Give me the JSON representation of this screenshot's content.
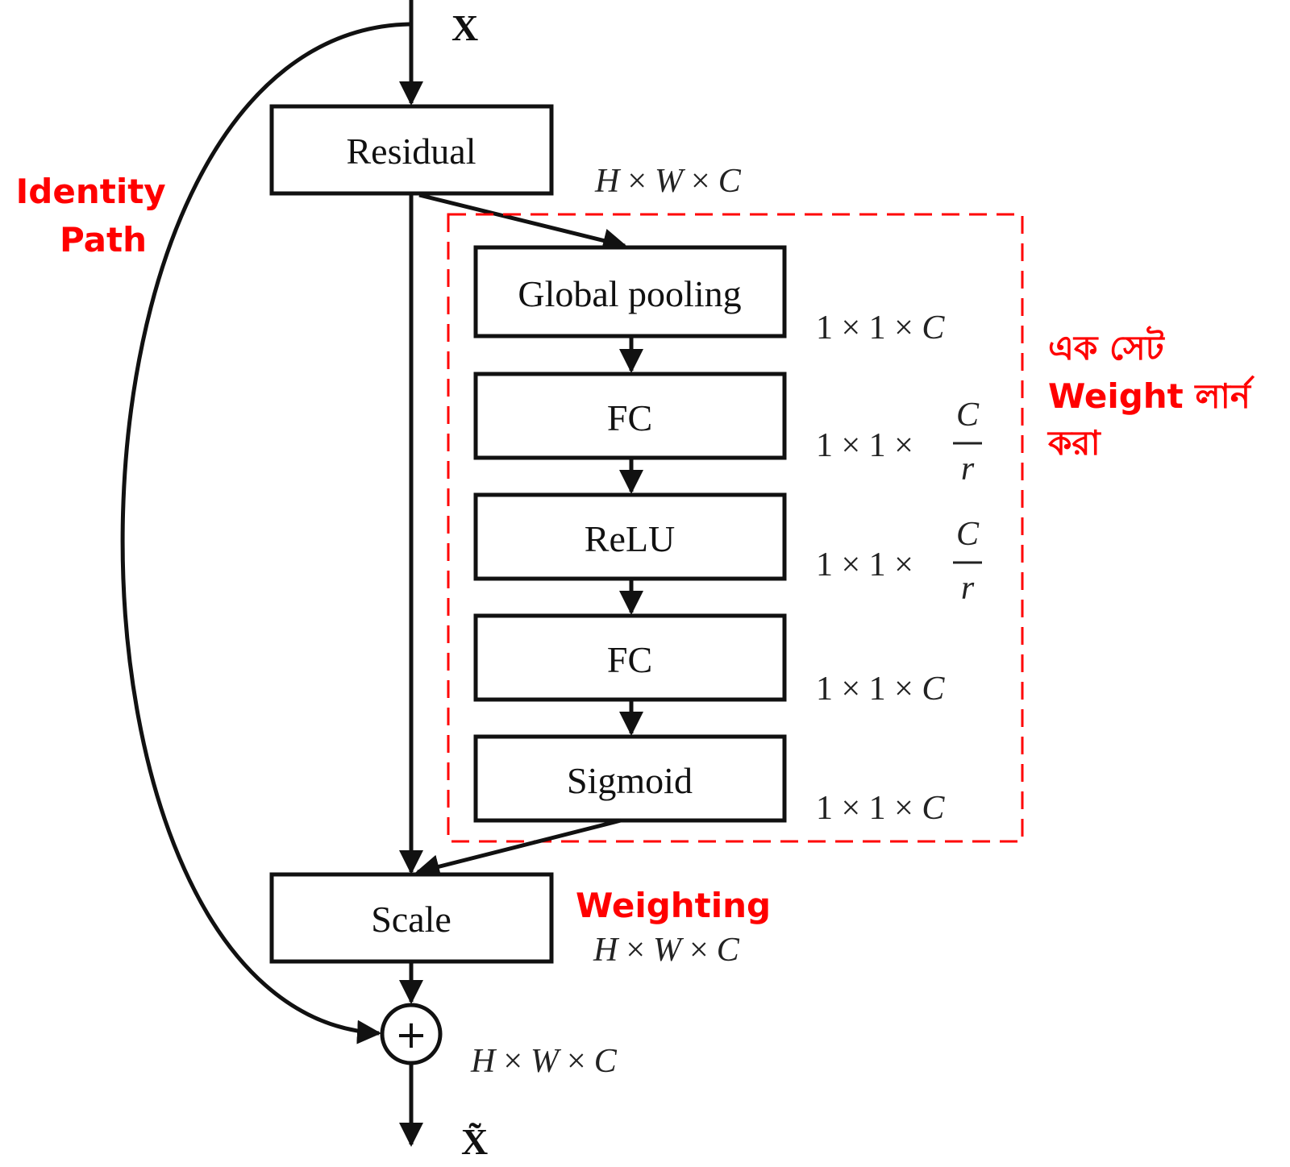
{
  "colors": {
    "stroke": "#111111",
    "annotation": "#ff0000",
    "background": "#ffffff"
  },
  "input_label": "X",
  "output_label": "X̃",
  "blocks": {
    "residual": "Residual",
    "global_pooling": "Global pooling",
    "fc1": "FC",
    "relu": "ReLU",
    "fc2": "FC",
    "sigmoid": "Sigmoid",
    "scale": "Scale"
  },
  "dimensions": {
    "residual_out": {
      "h": "H",
      "w": "W",
      "c": "C",
      "times": "×"
    },
    "pooling_out": {
      "prefix": "1 × 1 × ",
      "c": "C"
    },
    "fc1_out": {
      "prefix": "1 × 1 ×",
      "num": "C",
      "den": "r"
    },
    "relu_out": {
      "prefix": "1 × 1 ×",
      "num": "C",
      "den": "r"
    },
    "fc2_out": {
      "prefix": "1 × 1 × ",
      "c": "C"
    },
    "sigmoid_out": {
      "prefix": "1 × 1 × ",
      "c": "C"
    },
    "scale_out": {
      "h": "H",
      "w": "W",
      "c": "C",
      "times": "×"
    },
    "sum_out": {
      "h": "H",
      "w": "W",
      "c": "C",
      "times": "×"
    }
  },
  "sum_symbol": "+",
  "annotations": {
    "identity_path": [
      "Identity",
      "Path"
    ],
    "weighting": "Weighting",
    "learn_weights": [
      "এক সেট",
      "Weight লার্ন",
      "করা"
    ]
  }
}
